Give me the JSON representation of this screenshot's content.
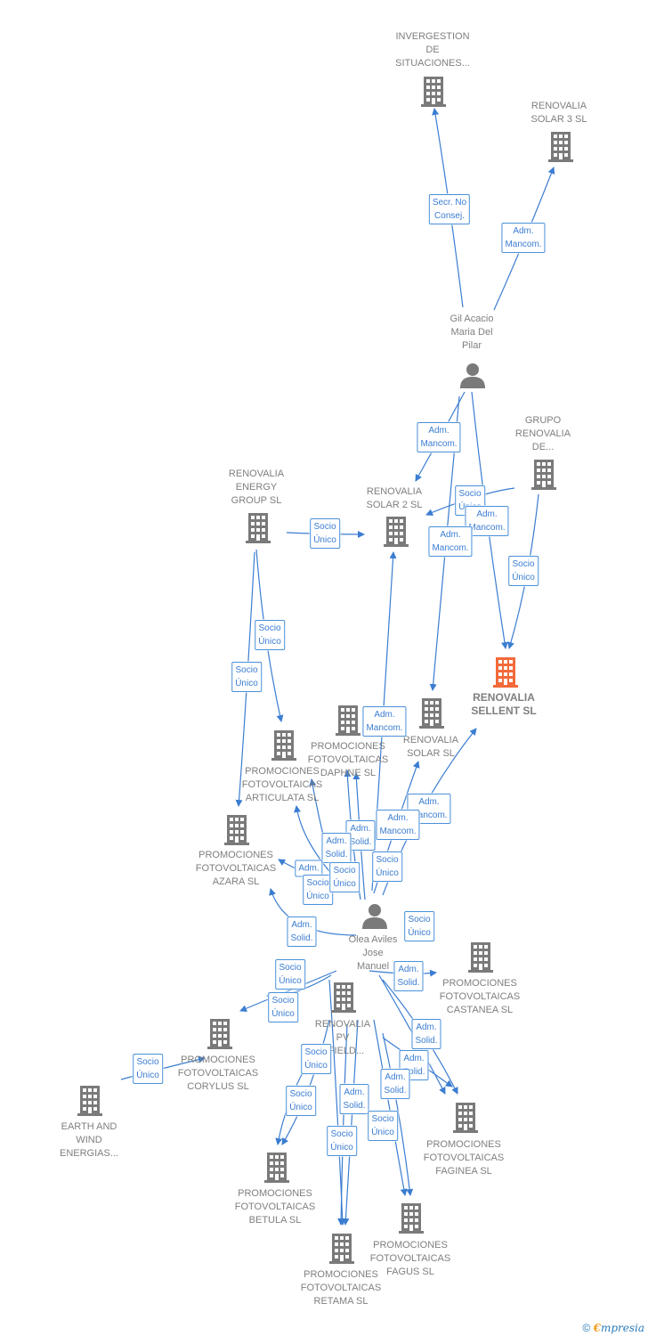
{
  "nodes": [
    {
      "id": "invergestion",
      "kind": "company",
      "label": "INVERGESTION\nDE\nSITUACIONES...",
      "focus": false
    },
    {
      "id": "solar3",
      "kind": "company",
      "label": "RENOVALIA\nSOLAR 3 SL",
      "focus": false
    },
    {
      "id": "gil",
      "kind": "person",
      "label": "Gil Acacio\nMaria Del\nPilar",
      "focus": false
    },
    {
      "id": "grupo",
      "kind": "company",
      "label": "GRUPO\nRENOVALIA\nDE...",
      "focus": false
    },
    {
      "id": "energy",
      "kind": "company",
      "label": "RENOVALIA\nENERGY\nGROUP  SL",
      "focus": false
    },
    {
      "id": "solar2",
      "kind": "company",
      "label": "RENOVALIA\nSOLAR 2 SL",
      "focus": false
    },
    {
      "id": "sellent",
      "kind": "company",
      "label": "RENOVALIA\nSELLENT  SL",
      "focus": true
    },
    {
      "id": "solar",
      "kind": "company",
      "label": "RENOVALIA\nSOLAR SL",
      "focus": false
    },
    {
      "id": "daphne",
      "kind": "company",
      "label": "PROMOCIONES\nFOTOVOLTAICAS\nDAPHNE SL",
      "focus": false
    },
    {
      "id": "articulata",
      "kind": "company",
      "label": "PROMOCIONES\nFOTOVOLTAICAS\nARTICULATA SL",
      "focus": false
    },
    {
      "id": "azara",
      "kind": "company",
      "label": "PROMOCIONES\nFOTOVOLTAICAS\nAZARA SL",
      "focus": false
    },
    {
      "id": "olea",
      "kind": "person",
      "label": "Olea Aviles\nJose\nManuel",
      "focus": false
    },
    {
      "id": "castanea",
      "kind": "company",
      "label": "PROMOCIONES\nFOTOVOLTAICAS\nCASTANEA SL",
      "focus": false
    },
    {
      "id": "pvfield",
      "kind": "company",
      "label": "RENOVALIA\nPV\nNFIELD...",
      "focus": false
    },
    {
      "id": "corylus",
      "kind": "company",
      "label": "PROMOCIONES\nFOTOVOLTAICAS\nCORYLUS SL",
      "focus": false
    },
    {
      "id": "earth",
      "kind": "company",
      "label": "EARTH AND\nWIND\nENERGIAS...",
      "focus": false
    },
    {
      "id": "faginea",
      "kind": "company",
      "label": "PROMOCIONES\nFOTOVOLTAICAS\nFAGINEA SL",
      "focus": false
    },
    {
      "id": "betula",
      "kind": "company",
      "label": "PROMOCIONES\nFOTOVOLTAICAS\nBETULA SL",
      "focus": false
    },
    {
      "id": "fagus",
      "kind": "company",
      "label": "PROMOCIONES\nFOTOVOLTAICAS\nFAGUS SL",
      "focus": false
    },
    {
      "id": "retama",
      "kind": "company",
      "label": "PROMOCIONES\nFOTOVOLTAICAS\nRETAMA SL",
      "focus": false
    }
  ],
  "relation_labels": [
    "Secr.  No\nConsej.",
    "Adm.\nMancom.",
    "Adm.\nMancom.",
    "Socio\nÚnico",
    "Adm.\nMancom.",
    "Adm.\nMancom.",
    "Socio\nÚnico",
    "Socio\nÚnico",
    "Socio\nÚnico",
    "Socio\nÚnico",
    "Adm.\nMancom.",
    "Adm.\nMancom.",
    "Adm.\nMancom.",
    "Adm.\nSolid.",
    "Adm.\nSolid.",
    "Socio\nÚnico",
    "Adm.",
    "Socio\nÚnico",
    "Socio\nÚnico",
    "Adm.\nSolid.",
    "Socio\nÚnico",
    "Adm.\nSolid.",
    "Socio\nÚnico",
    "Socio\nÚnico",
    "Adm.\nSolid.",
    "Socio\nÚnico",
    "Adm.\nSolid.",
    "Adm.\nSolid.",
    "Socio\nÚnico",
    "Socio\nÚnico",
    "Adm.\nSolid.",
    "Socio\nÚnico",
    "Socio\nÚnico"
  ],
  "colors": {
    "edge": "#3b7dd1",
    "node": "#7a7a7a",
    "focus": "#f26a3a",
    "label": "#7f7f7f"
  },
  "footer": {
    "copyright": "©",
    "brand_e": "€",
    "brand_rest": "mpresia"
  }
}
